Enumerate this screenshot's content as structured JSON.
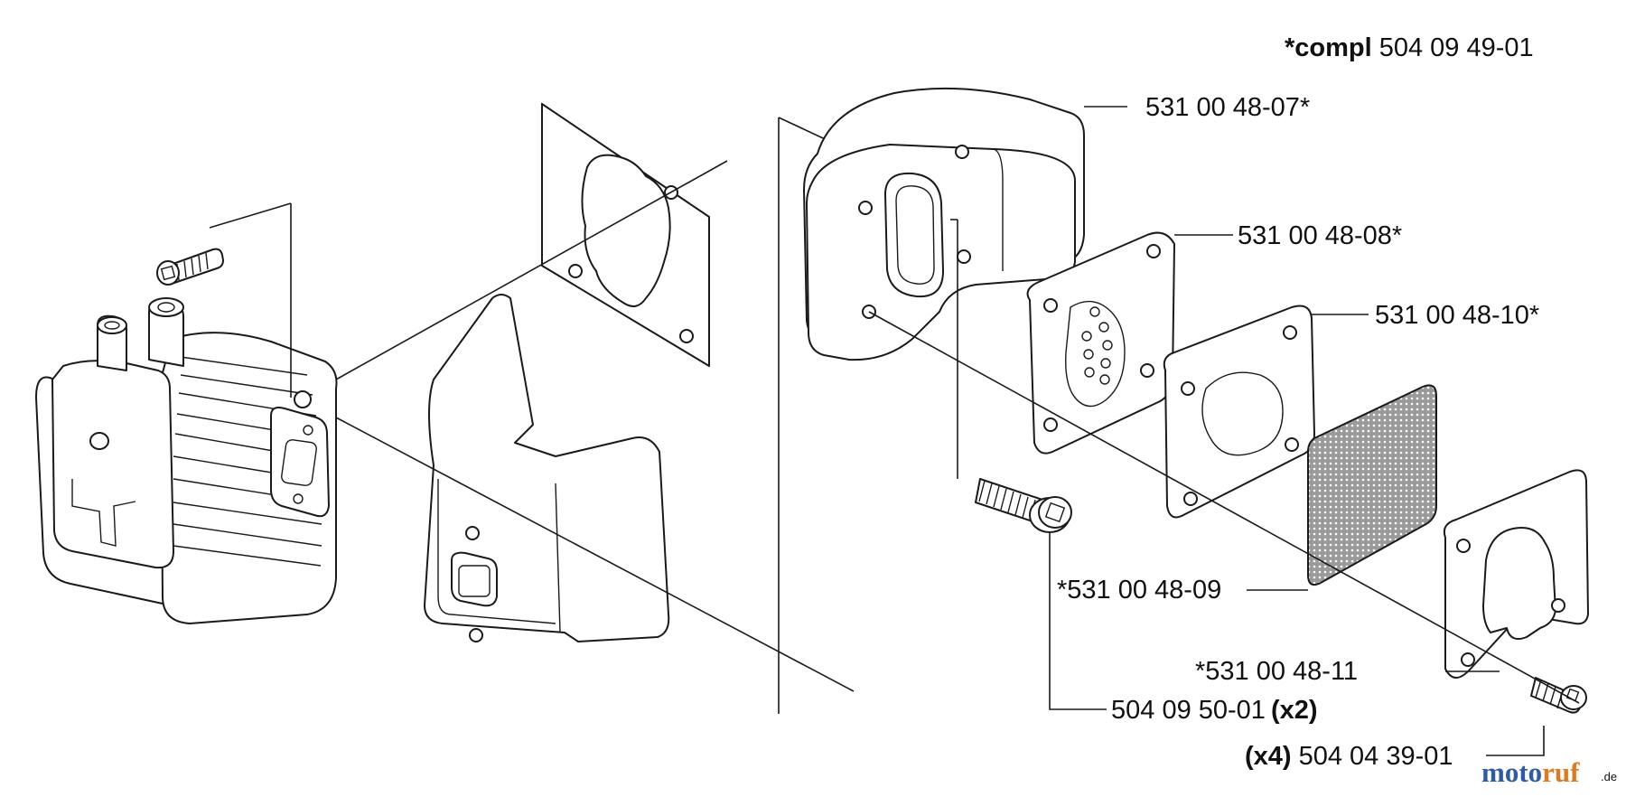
{
  "callouts": {
    "compl": {
      "prefix": "*compl",
      "number": "504 09 49-01"
    },
    "muffler_cover": "531 00 48-07*",
    "spark_screen_plate": "531 00 48-08*",
    "muffler_gasket": "531 00 48-10*",
    "screen": "*531 00 48-09",
    "deflector": "*531 00 48-11",
    "bolt_muffler": {
      "number": "504 09 50-01",
      "qty": "(x2)"
    },
    "bolt_small": {
      "qty": "(x4)",
      "number": "504 04 39-01"
    }
  },
  "watermark": {
    "moto": "moto",
    "ruf": "ruf",
    "tld": ".de"
  },
  "colors": {
    "line": "#1a1a1a",
    "screen_fill": "#8a8a8a",
    "watermark_blue": "#2f5aa8",
    "watermark_orange": "#e07a1f"
  }
}
